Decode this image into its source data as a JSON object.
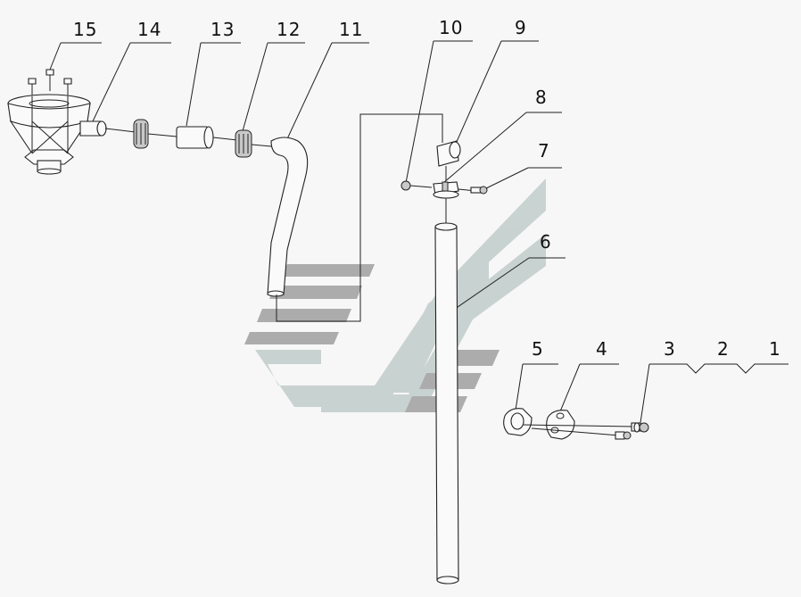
{
  "diagram": {
    "callouts": [
      "15",
      "14",
      "13",
      "12",
      "11",
      "10",
      "9",
      "8",
      "7",
      "6",
      "5",
      "4",
      "3",
      "2",
      "1"
    ]
  },
  "colors": {
    "background": "#f7f7f7",
    "line": "#222222",
    "watermark_grey": "#a9a9a9",
    "watermark_teal": "#c6d1cf"
  }
}
